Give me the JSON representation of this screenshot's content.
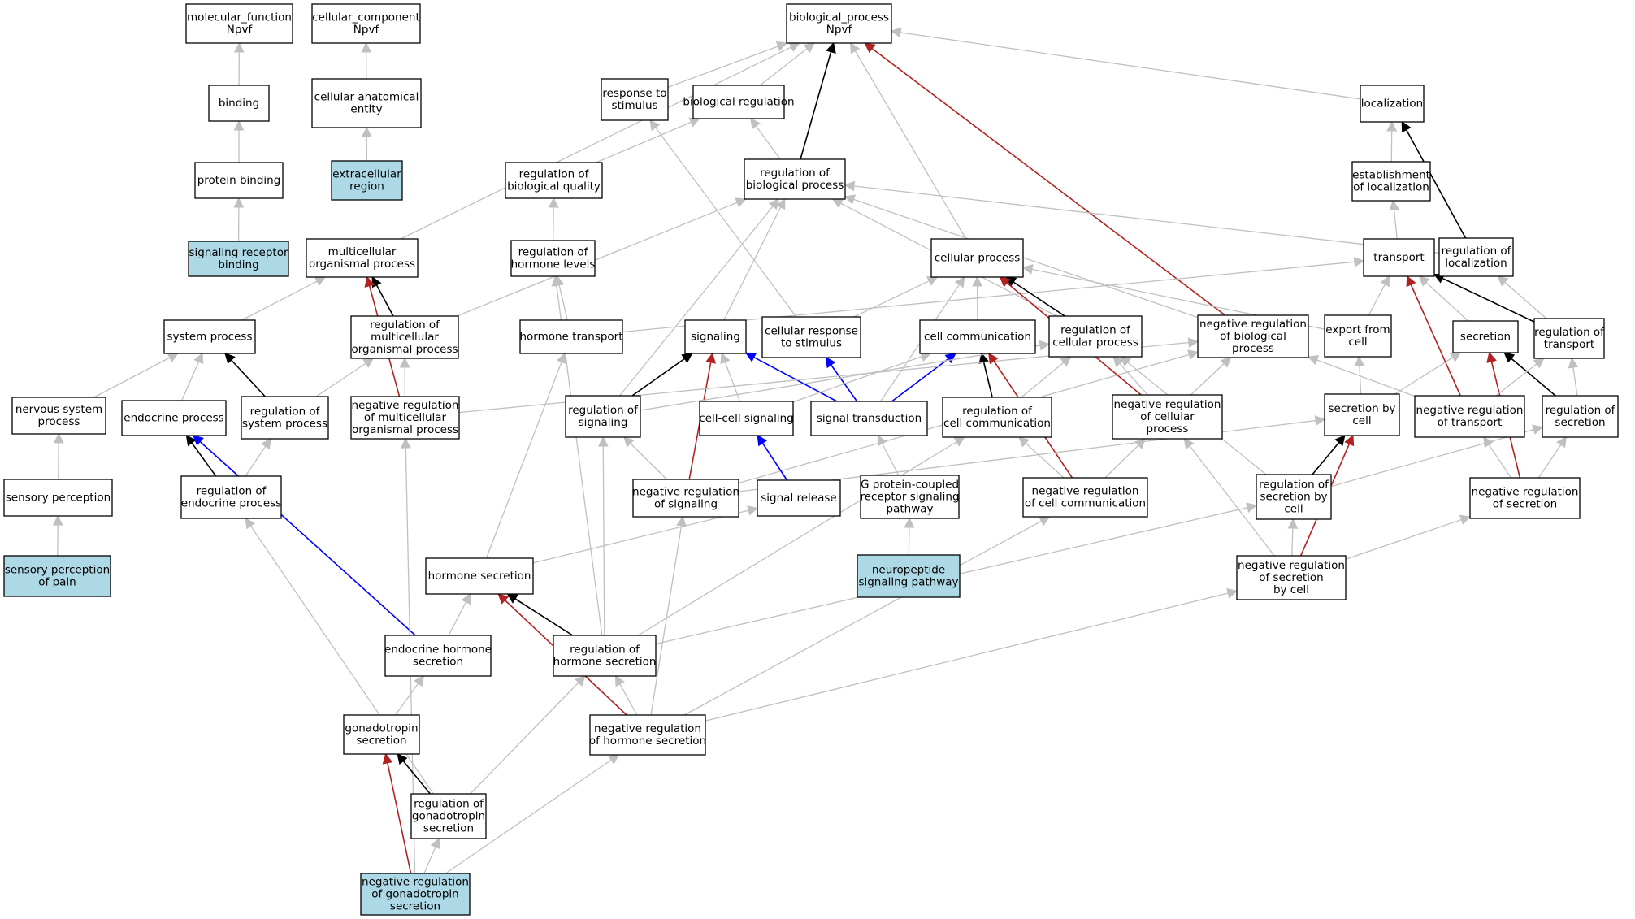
{
  "colors": {
    "gray": "#c0c0c0",
    "black": "#000000",
    "red": "#b22222",
    "blue": "#0000ff",
    "highlight": "#add8e6",
    "plain": "#ffffff"
  },
  "nodes": [
    {
      "id": "mf",
      "lines": [
        "molecular_function",
        "Npvf"
      ]
    },
    {
      "id": "cc",
      "lines": [
        "cellular_component",
        "Npvf"
      ]
    },
    {
      "id": "bp",
      "lines": [
        "biological_process",
        "Npvf"
      ]
    },
    {
      "id": "binding",
      "lines": [
        "binding"
      ]
    },
    {
      "id": "cae",
      "lines": [
        "cellular anatomical",
        "entity"
      ]
    },
    {
      "id": "rts",
      "lines": [
        "response to",
        "stimulus"
      ]
    },
    {
      "id": "bioreg",
      "lines": [
        "biological regulation"
      ]
    },
    {
      "id": "loc",
      "lines": [
        "localization"
      ]
    },
    {
      "id": "pb",
      "lines": [
        "protein binding"
      ]
    },
    {
      "id": "ecr",
      "lines": [
        "extracellular",
        "region"
      ],
      "highlight": true
    },
    {
      "id": "rbq",
      "lines": [
        "regulation of",
        "biological quality"
      ]
    },
    {
      "id": "rbp",
      "lines": [
        "regulation of",
        "biological process"
      ]
    },
    {
      "id": "eol",
      "lines": [
        "establishment",
        "of localization"
      ]
    },
    {
      "id": "srb",
      "lines": [
        "signaling receptor",
        "binding"
      ],
      "highlight": true
    },
    {
      "id": "mop",
      "lines": [
        "multicellular",
        "organismal process"
      ]
    },
    {
      "id": "rhl",
      "lines": [
        "regulation of",
        "hormone levels"
      ]
    },
    {
      "id": "cp",
      "lines": [
        "cellular process"
      ]
    },
    {
      "id": "transport",
      "lines": [
        "transport"
      ]
    },
    {
      "id": "rol",
      "lines": [
        "regulation of",
        "localization"
      ]
    },
    {
      "id": "sysp",
      "lines": [
        "system process"
      ]
    },
    {
      "id": "rmop",
      "lines": [
        "regulation of",
        "multicellular",
        "organismal process"
      ]
    },
    {
      "id": "ht",
      "lines": [
        "hormone transport"
      ]
    },
    {
      "id": "sig",
      "lines": [
        "signaling"
      ]
    },
    {
      "id": "crs",
      "lines": [
        "cellular response",
        "to stimulus"
      ]
    },
    {
      "id": "cc2",
      "lines": [
        "cell communication"
      ]
    },
    {
      "id": "rcp",
      "lines": [
        "regulation of",
        "cellular process"
      ]
    },
    {
      "id": "nrbp",
      "lines": [
        "negative regulation",
        "of biological",
        "process"
      ]
    },
    {
      "id": "efc",
      "lines": [
        "export from",
        "cell"
      ]
    },
    {
      "id": "sec",
      "lines": [
        "secretion"
      ]
    },
    {
      "id": "rot",
      "lines": [
        "regulation of",
        "transport"
      ]
    },
    {
      "id": "nsp",
      "lines": [
        "nervous system",
        "process"
      ]
    },
    {
      "id": "endo",
      "lines": [
        "endocrine process"
      ]
    },
    {
      "id": "rsp",
      "lines": [
        "regulation of",
        "system process"
      ]
    },
    {
      "id": "nrmop",
      "lines": [
        "negative regulation",
        "of multicellular",
        "organismal process"
      ]
    },
    {
      "id": "ros",
      "lines": [
        "regulation of",
        "signaling"
      ]
    },
    {
      "id": "ccs",
      "lines": [
        "cell-cell signaling"
      ]
    },
    {
      "id": "st",
      "lines": [
        "signal transduction"
      ]
    },
    {
      "id": "rcc",
      "lines": [
        "regulation of",
        "cell communication"
      ]
    },
    {
      "id": "nrcp",
      "lines": [
        "negative regulation",
        "of cellular",
        "process"
      ]
    },
    {
      "id": "sbc",
      "lines": [
        "secretion by",
        "cell"
      ]
    },
    {
      "id": "nrt",
      "lines": [
        "negative regulation",
        "of transport"
      ]
    },
    {
      "id": "rsec",
      "lines": [
        "regulation of",
        "secretion"
      ]
    },
    {
      "id": "senp",
      "lines": [
        "sensory perception"
      ]
    },
    {
      "id": "rep",
      "lines": [
        "regulation of",
        "endocrine process"
      ]
    },
    {
      "id": "nrs",
      "lines": [
        "negative regulation",
        "of signaling"
      ]
    },
    {
      "id": "sr",
      "lines": [
        "signal release"
      ]
    },
    {
      "id": "gpcr",
      "lines": [
        "G protein-coupled",
        "receptor signaling",
        "pathway"
      ]
    },
    {
      "id": "nrcc",
      "lines": [
        "negative regulation",
        "of cell communication"
      ]
    },
    {
      "id": "rsbc",
      "lines": [
        "regulation of",
        "secretion by",
        "cell"
      ]
    },
    {
      "id": "nrsec",
      "lines": [
        "negative regulation",
        "of secretion"
      ]
    },
    {
      "id": "spp",
      "lines": [
        "sensory perception",
        "of pain"
      ],
      "highlight": true
    },
    {
      "id": "hs",
      "lines": [
        "hormone secretion"
      ]
    },
    {
      "id": "nsp2",
      "lines": [
        "neuropeptide",
        "signaling pathway"
      ],
      "highlight": true
    },
    {
      "id": "nrsbc",
      "lines": [
        "negative regulation",
        "of secretion",
        "by cell"
      ]
    },
    {
      "id": "ehs",
      "lines": [
        "endocrine hormone",
        "secretion"
      ]
    },
    {
      "id": "rhs",
      "lines": [
        "regulation of",
        "hormone secretion"
      ]
    },
    {
      "id": "gs",
      "lines": [
        "gonadotropin",
        "secretion"
      ]
    },
    {
      "id": "nrhs",
      "lines": [
        "negative regulation",
        "of hormone secretion"
      ]
    },
    {
      "id": "rgs",
      "lines": [
        "regulation of",
        "gonadotropin",
        "secretion"
      ]
    },
    {
      "id": "nrgs",
      "lines": [
        "negative regulation",
        "of gonadotropin",
        "secretion"
      ],
      "highlight": true
    }
  ],
  "edges": [
    {
      "from": "binding",
      "to": "mf",
      "color": "gray"
    },
    {
      "from": "pb",
      "to": "binding",
      "color": "gray"
    },
    {
      "from": "srb",
      "to": "pb",
      "color": "gray"
    },
    {
      "from": "cae",
      "to": "cc",
      "color": "gray"
    },
    {
      "from": "ecr",
      "to": "cae",
      "color": "gray"
    },
    {
      "from": "rts",
      "to": "bp",
      "color": "gray"
    },
    {
      "from": "bioreg",
      "to": "bp",
      "color": "gray"
    },
    {
      "from": "loc",
      "to": "bp",
      "color": "gray"
    },
    {
      "from": "mop",
      "to": "bp",
      "color": "gray"
    },
    {
      "from": "cp",
      "to": "bp",
      "color": "gray"
    },
    {
      "from": "rbp",
      "to": "bp",
      "color": "black"
    },
    {
      "from": "nrbp",
      "to": "bp",
      "color": "red"
    },
    {
      "from": "rbq",
      "to": "bioreg",
      "color": "gray"
    },
    {
      "from": "rbp",
      "to": "bioreg",
      "color": "gray"
    },
    {
      "from": "eol",
      "to": "loc",
      "color": "gray"
    },
    {
      "from": "rol",
      "to": "loc",
      "color": "black"
    },
    {
      "from": "transport",
      "to": "eol",
      "color": "gray"
    },
    {
      "from": "rol",
      "to": "rbp",
      "color": "gray"
    },
    {
      "from": "rhl",
      "to": "rbq",
      "color": "gray"
    },
    {
      "from": "ht",
      "to": "rhl",
      "color": "gray"
    },
    {
      "from": "rhs",
      "to": "rhl",
      "color": "gray"
    },
    {
      "from": "rmop",
      "to": "rbp",
      "color": "gray"
    },
    {
      "from": "rcp",
      "to": "rbp",
      "color": "gray"
    },
    {
      "from": "nrbp",
      "to": "rbp",
      "color": "gray"
    },
    {
      "from": "ros",
      "to": "rbp",
      "color": "gray"
    },
    {
      "from": "sig",
      "to": "rbp",
      "color": "gray"
    },
    {
      "from": "crs",
      "to": "rts",
      "color": "gray"
    },
    {
      "from": "sysp",
      "to": "mop",
      "color": "gray"
    },
    {
      "from": "rmop",
      "to": "mop",
      "color": "black"
    },
    {
      "from": "nrmop",
      "to": "mop",
      "color": "red"
    },
    {
      "from": "rot",
      "to": "rol",
      "color": "gray"
    },
    {
      "from": "ht",
      "to": "transport",
      "color": "gray"
    },
    {
      "from": "efc",
      "to": "transport",
      "color": "gray"
    },
    {
      "from": "sec",
      "to": "transport",
      "color": "gray"
    },
    {
      "from": "rot",
      "to": "transport",
      "color": "black"
    },
    {
      "from": "nrt",
      "to": "transport",
      "color": "red"
    },
    {
      "from": "crs",
      "to": "cp",
      "color": "gray"
    },
    {
      "from": "cc2",
      "to": "cp",
      "color": "gray"
    },
    {
      "from": "st",
      "to": "cp",
      "color": "gray"
    },
    {
      "from": "rcp",
      "to": "cp",
      "color": "black"
    },
    {
      "from": "nrcp",
      "to": "cp",
      "color": "red"
    },
    {
      "from": "efc",
      "to": "cp",
      "color": "gray"
    },
    {
      "from": "nsp",
      "to": "sysp",
      "color": "gray"
    },
    {
      "from": "endo",
      "to": "sysp",
      "color": "gray"
    },
    {
      "from": "rsp",
      "to": "sysp",
      "color": "black"
    },
    {
      "from": "rsp",
      "to": "rmop",
      "color": "gray"
    },
    {
      "from": "nrmop",
      "to": "rmop",
      "color": "gray"
    },
    {
      "from": "ros",
      "to": "sig",
      "color": "black"
    },
    {
      "from": "ccs",
      "to": "sig",
      "color": "gray"
    },
    {
      "from": "st",
      "to": "sig",
      "color": "blue"
    },
    {
      "from": "nrs",
      "to": "sig",
      "color": "red"
    },
    {
      "from": "st",
      "to": "crs",
      "color": "blue"
    },
    {
      "from": "ccs",
      "to": "cc2",
      "color": "gray"
    },
    {
      "from": "st",
      "to": "cc2",
      "color": "blue"
    },
    {
      "from": "rcc",
      "to": "cc2",
      "color": "black"
    },
    {
      "from": "rcc",
      "to": "rcp",
      "color": "gray"
    },
    {
      "from": "ros",
      "to": "rcp",
      "color": "gray"
    },
    {
      "from": "nrcp",
      "to": "rcp",
      "color": "gray"
    },
    {
      "from": "rsbc",
      "to": "rcp",
      "color": "gray"
    },
    {
      "from": "nrcp",
      "to": "nrbp",
      "color": "gray"
    },
    {
      "from": "nrmop",
      "to": "nrbp",
      "color": "gray"
    },
    {
      "from": "nrs",
      "to": "nrbp",
      "color": "gray"
    },
    {
      "from": "nrt",
      "to": "nrbp",
      "color": "gray"
    },
    {
      "from": "sbc",
      "to": "efc",
      "color": "gray"
    },
    {
      "from": "sbc",
      "to": "sec",
      "color": "gray"
    },
    {
      "from": "rsec",
      "to": "sec",
      "color": "black"
    },
    {
      "from": "nrsec",
      "to": "sec",
      "color": "red"
    },
    {
      "from": "rsec",
      "to": "rot",
      "color": "gray"
    },
    {
      "from": "nrt",
      "to": "rot",
      "color": "gray"
    },
    {
      "from": "senp",
      "to": "nsp",
      "color": "gray"
    },
    {
      "from": "spp",
      "to": "senp",
      "color": "gray"
    },
    {
      "from": "rep",
      "to": "endo",
      "color": "black"
    },
    {
      "from": "ehs",
      "to": "endo",
      "color": "blue"
    },
    {
      "from": "rep",
      "to": "rsp",
      "color": "gray"
    },
    {
      "from": "nrgs",
      "to": "nrmop",
      "color": "gray"
    },
    {
      "from": "nrs",
      "to": "ros",
      "color": "gray"
    },
    {
      "from": "rhs",
      "to": "ros",
      "color": "gray"
    },
    {
      "from": "sr",
      "to": "ccs",
      "color": "blue"
    },
    {
      "from": "gpcr",
      "to": "st",
      "color": "gray"
    },
    {
      "from": "nrcc",
      "to": "rcc",
      "color": "gray"
    },
    {
      "from": "nrcc",
      "to": "cc2",
      "color": "red"
    },
    {
      "from": "rhs",
      "to": "rcc",
      "color": "gray"
    },
    {
      "from": "nrcc",
      "to": "nrcp",
      "color": "gray"
    },
    {
      "from": "nrsbc",
      "to": "nrcp",
      "color": "gray"
    },
    {
      "from": "rsbc",
      "to": "sbc",
      "color": "black"
    },
    {
      "from": "nrsbc",
      "to": "sbc",
      "color": "red"
    },
    {
      "from": "nrs",
      "to": "sbc",
      "color": "gray"
    },
    {
      "from": "nrsec",
      "to": "rsec",
      "color": "gray"
    },
    {
      "from": "nrsec",
      "to": "nrt",
      "color": "gray"
    },
    {
      "from": "rsbc",
      "to": "rsec",
      "color": "gray"
    },
    {
      "from": "nrsbc",
      "to": "rsbc",
      "color": "gray"
    },
    {
      "from": "nrsbc",
      "to": "nrsec",
      "color": "gray"
    },
    {
      "from": "nrhs",
      "to": "nrs",
      "color": "gray"
    },
    {
      "from": "nrhs",
      "to": "nrcc",
      "color": "gray"
    },
    {
      "from": "nrhs",
      "to": "nrsbc",
      "color": "gray"
    },
    {
      "from": "hs",
      "to": "ht",
      "color": "gray"
    },
    {
      "from": "hs",
      "to": "sr",
      "color": "gray"
    },
    {
      "from": "nsp2",
      "to": "gpcr",
      "color": "gray"
    },
    {
      "from": "ehs",
      "to": "hs",
      "color": "gray"
    },
    {
      "from": "rhs",
      "to": "hs",
      "color": "black"
    },
    {
      "from": "nrhs",
      "to": "hs",
      "color": "red"
    },
    {
      "from": "rhs",
      "to": "rsbc",
      "color": "gray"
    },
    {
      "from": "nrhs",
      "to": "rhs",
      "color": "gray"
    },
    {
      "from": "gs",
      "to": "ehs",
      "color": "gray"
    },
    {
      "from": "rgs",
      "to": "rhs",
      "color": "gray"
    },
    {
      "from": "rgs",
      "to": "gs",
      "color": "black"
    },
    {
      "from": "rgs",
      "to": "rep",
      "color": "gray"
    },
    {
      "from": "nrgs",
      "to": "gs",
      "color": "red"
    },
    {
      "from": "nrgs",
      "to": "rgs",
      "color": "gray"
    },
    {
      "from": "nrgs",
      "to": "nrhs",
      "color": "gray"
    }
  ]
}
